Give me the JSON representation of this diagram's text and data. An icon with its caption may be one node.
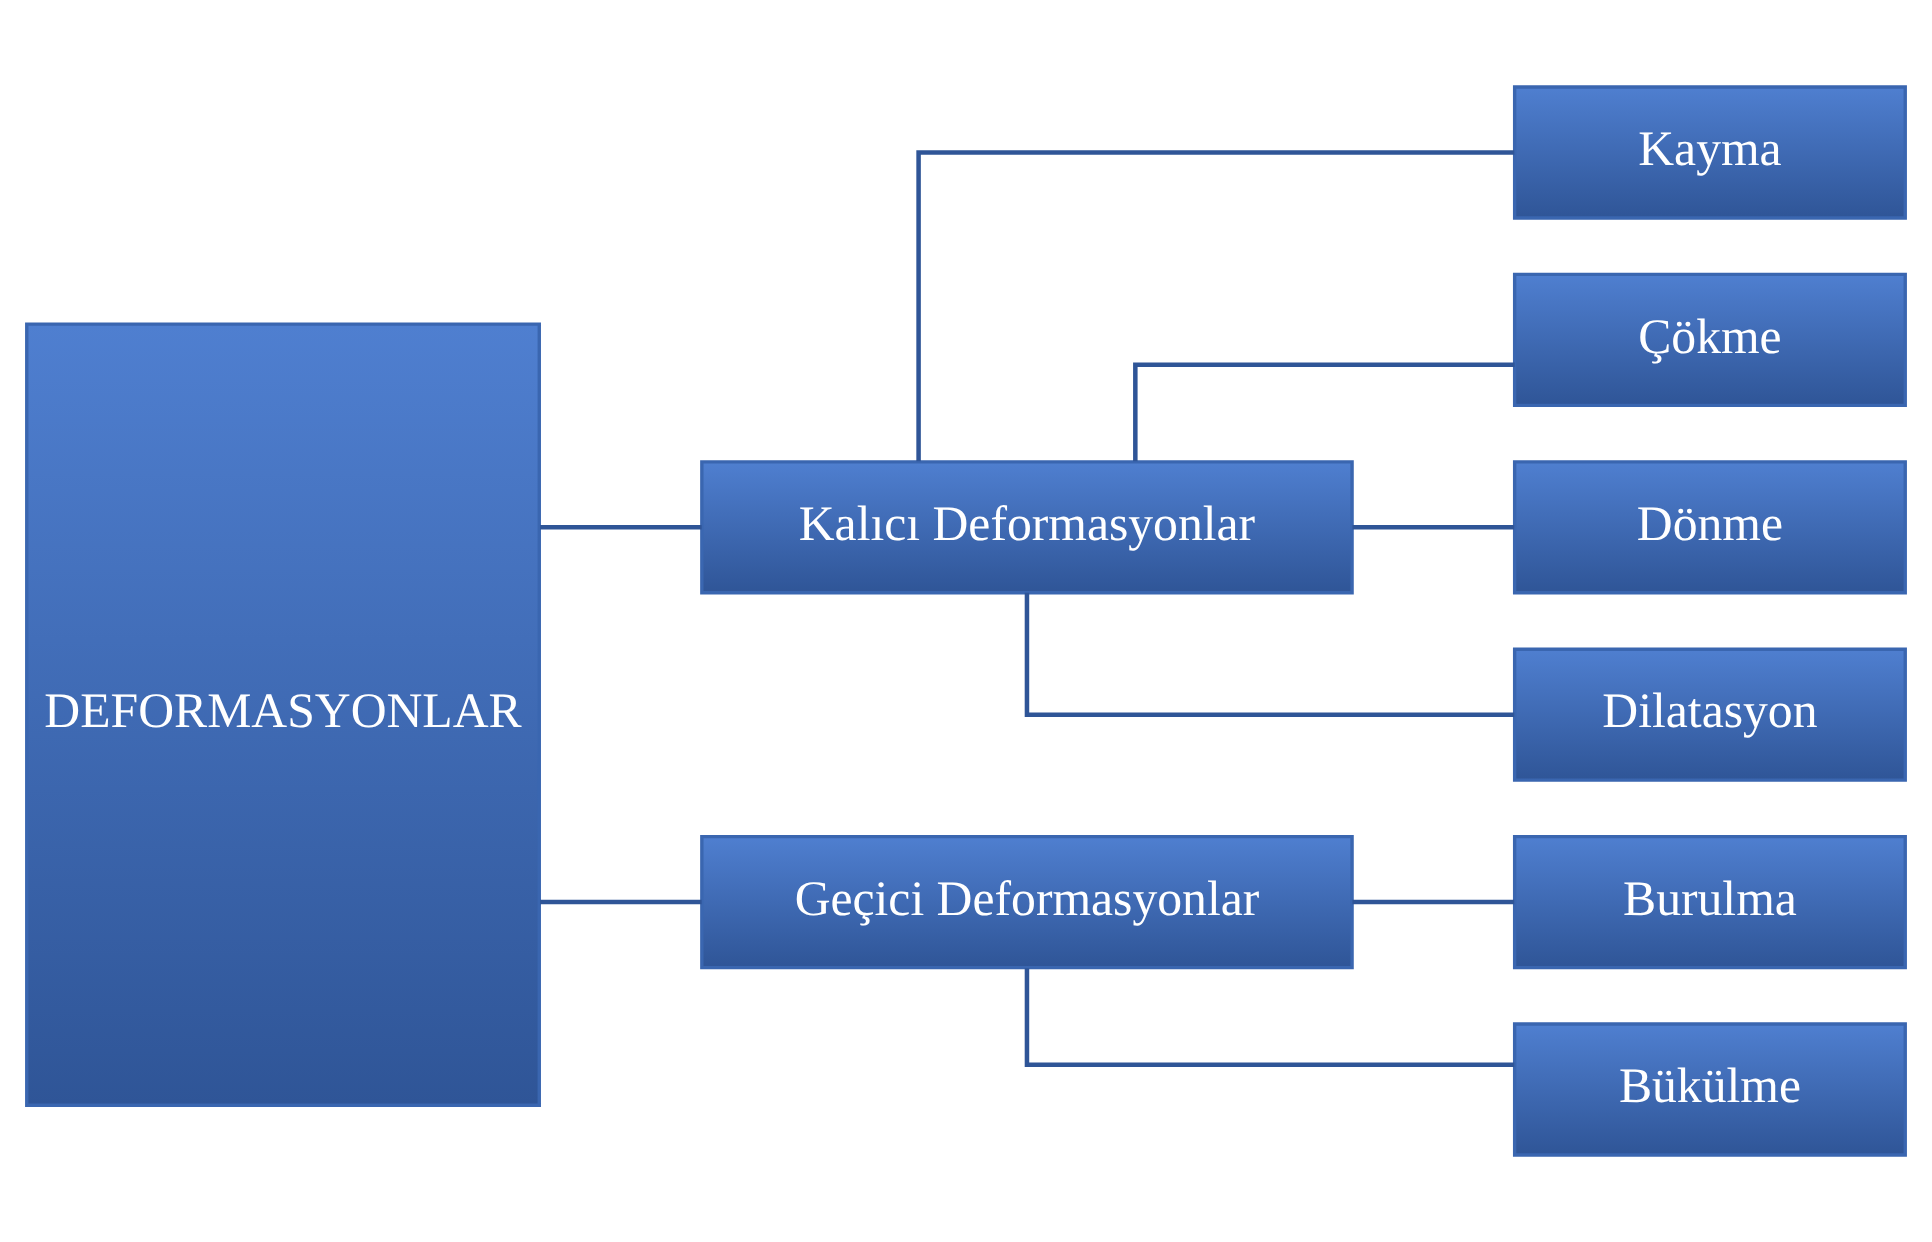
{
  "diagram": {
    "nodes": [
      {
        "text": [
          "DEFORMASYONLAR"
        ]
      },
      {
        "text": [
          "Kalıcı Deformasyonlar"
        ]
      },
      {
        "text": [
          "Geçici Deformasyonlar"
        ]
      },
      {
        "text": [
          "Kayma"
        ]
      },
      {
        "text": [
          "Çökme"
        ]
      },
      {
        "text": [
          "Dönme"
        ]
      },
      {
        "text": [
          "Dilatasyon"
        ]
      },
      {
        "text": [
          "Burulma"
        ]
      },
      {
        "text": [
          "Bükülme"
        ]
      }
    ],
    "edges": [
      {
        "from": 0,
        "to": 1,
        "arrow": "none"
      },
      {
        "from": 0,
        "to": 2,
        "arrow": "none"
      },
      {
        "from": 1,
        "to": 3,
        "arrow": "none"
      },
      {
        "from": 1,
        "to": 4,
        "arrow": "none"
      },
      {
        "from": 1,
        "to": 5,
        "arrow": "none"
      },
      {
        "from": 1,
        "to": 6,
        "arrow": "none"
      },
      {
        "from": 2,
        "to": 7,
        "arrow": "none"
      },
      {
        "from": 2,
        "to": 8,
        "arrow": "none"
      }
    ]
  }
}
